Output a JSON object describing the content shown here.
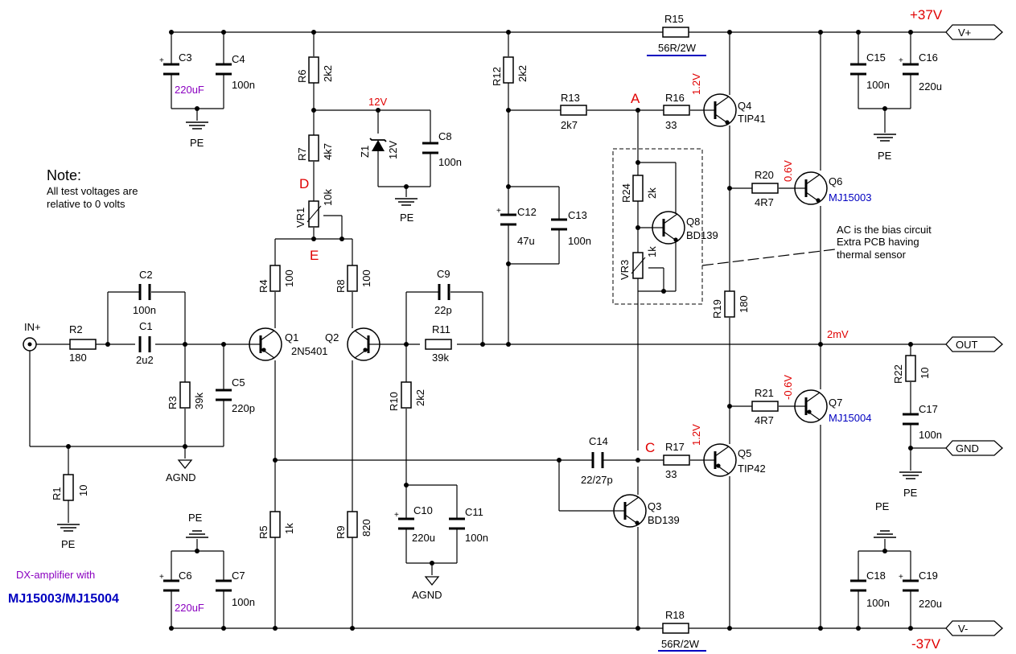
{
  "labels": {
    "rails": {
      "vplus": "+37V",
      "vminus": "-37V",
      "vplus_port": "V+",
      "vminus_port": "V-",
      "out_port": "OUT",
      "gnd_port": "GND",
      "in": "IN+"
    },
    "note": {
      "title": "Note:",
      "line1": "All test voltages are",
      "line2": "relative to 0 volts"
    },
    "caption": {
      "line1": "DX-amplifier with",
      "line2": "MJ15003/MJ15004"
    },
    "bias_note": {
      "line1": "AC is the bias circuit",
      "line2": "Extra PCB having",
      "line3": "thermal sensor"
    },
    "test_points": {
      "A": "A",
      "C": "C",
      "D": "D",
      "E": "E"
    },
    "voltages": {
      "z1": "12V",
      "r16": "1.2V",
      "r17": "1.2V",
      "r20": "0.6V",
      "r21": "-0.6V",
      "out": "2mV"
    },
    "grounds": {
      "pe": "PE",
      "agnd": "AGND"
    }
  },
  "components": {
    "R1": {
      "ref": "R1",
      "value": "10"
    },
    "R2": {
      "ref": "R2",
      "value": "180"
    },
    "R3": {
      "ref": "R3",
      "value": "39k"
    },
    "R4": {
      "ref": "R4",
      "value": "100"
    },
    "R5": {
      "ref": "R5",
      "value": "1k"
    },
    "R6": {
      "ref": "R6",
      "value": "2k2"
    },
    "R7": {
      "ref": "R7",
      "value": "4k7"
    },
    "R8": {
      "ref": "R8",
      "value": "100"
    },
    "R9": {
      "ref": "R9",
      "value": "820"
    },
    "R10": {
      "ref": "R10",
      "value": "2k2"
    },
    "R11": {
      "ref": "R11",
      "value": "39k"
    },
    "R12": {
      "ref": "R12",
      "value": "2k2"
    },
    "R13": {
      "ref": "R13",
      "value": "2k7"
    },
    "R15": {
      "ref": "R15",
      "value": "56R/2W"
    },
    "R16": {
      "ref": "R16",
      "value": "33"
    },
    "R17": {
      "ref": "R17",
      "value": "33"
    },
    "R18": {
      "ref": "R18",
      "value": "56R/2W"
    },
    "R19": {
      "ref": "R19",
      "value": "180"
    },
    "R20": {
      "ref": "R20",
      "value": "4R7"
    },
    "R21": {
      "ref": "R21",
      "value": "4R7"
    },
    "R22": {
      "ref": "R22",
      "value": "10"
    },
    "R24": {
      "ref": "R24",
      "value": "2k"
    },
    "VR1": {
      "ref": "VR1",
      "value": "10k"
    },
    "VR3": {
      "ref": "VR3",
      "value": "1k"
    },
    "C1": {
      "ref": "C1",
      "value": "2u2"
    },
    "C2": {
      "ref": "C2",
      "value": "100n"
    },
    "C3": {
      "ref": "C3",
      "value": "220uF"
    },
    "C4": {
      "ref": "C4",
      "value": "100n"
    },
    "C5": {
      "ref": "C5",
      "value": "220p"
    },
    "C6": {
      "ref": "C6",
      "value": "220uF"
    },
    "C7": {
      "ref": "C7",
      "value": "100n"
    },
    "C8": {
      "ref": "C8",
      "value": "100n"
    },
    "C9": {
      "ref": "C9",
      "value": "22p"
    },
    "C10": {
      "ref": "C10",
      "value": "220u"
    },
    "C11": {
      "ref": "C11",
      "value": "100n"
    },
    "C12": {
      "ref": "C12",
      "value": "47u"
    },
    "C13": {
      "ref": "C13",
      "value": "100n"
    },
    "C14": {
      "ref": "C14",
      "value": "22/27p"
    },
    "C15": {
      "ref": "C15",
      "value": "100n"
    },
    "C16": {
      "ref": "C16",
      "value": "220u"
    },
    "C17": {
      "ref": "C17",
      "value": "100n"
    },
    "C18": {
      "ref": "C18",
      "value": "100n"
    },
    "C19": {
      "ref": "C19",
      "value": "220u"
    },
    "Z1": {
      "ref": "Z1",
      "value": "12V"
    },
    "Q1": {
      "ref": "Q1",
      "value": "2N5401"
    },
    "Q2": {
      "ref": "Q2",
      "value": ""
    },
    "Q3": {
      "ref": "Q3",
      "value": "BD139"
    },
    "Q4": {
      "ref": "Q4",
      "value": "TIP41"
    },
    "Q5": {
      "ref": "Q5",
      "value": "TIP42"
    },
    "Q6": {
      "ref": "Q6",
      "value": "MJ15003"
    },
    "Q7": {
      "ref": "Q7",
      "value": "MJ15004"
    },
    "Q8": {
      "ref": "Q8",
      "value": "BD139"
    }
  },
  "colors": {
    "wire": "#000000",
    "voltage": "#e00000",
    "part_blue": "#0000c0",
    "part_purple": "#8a00c0",
    "underline": "#0000c0"
  }
}
